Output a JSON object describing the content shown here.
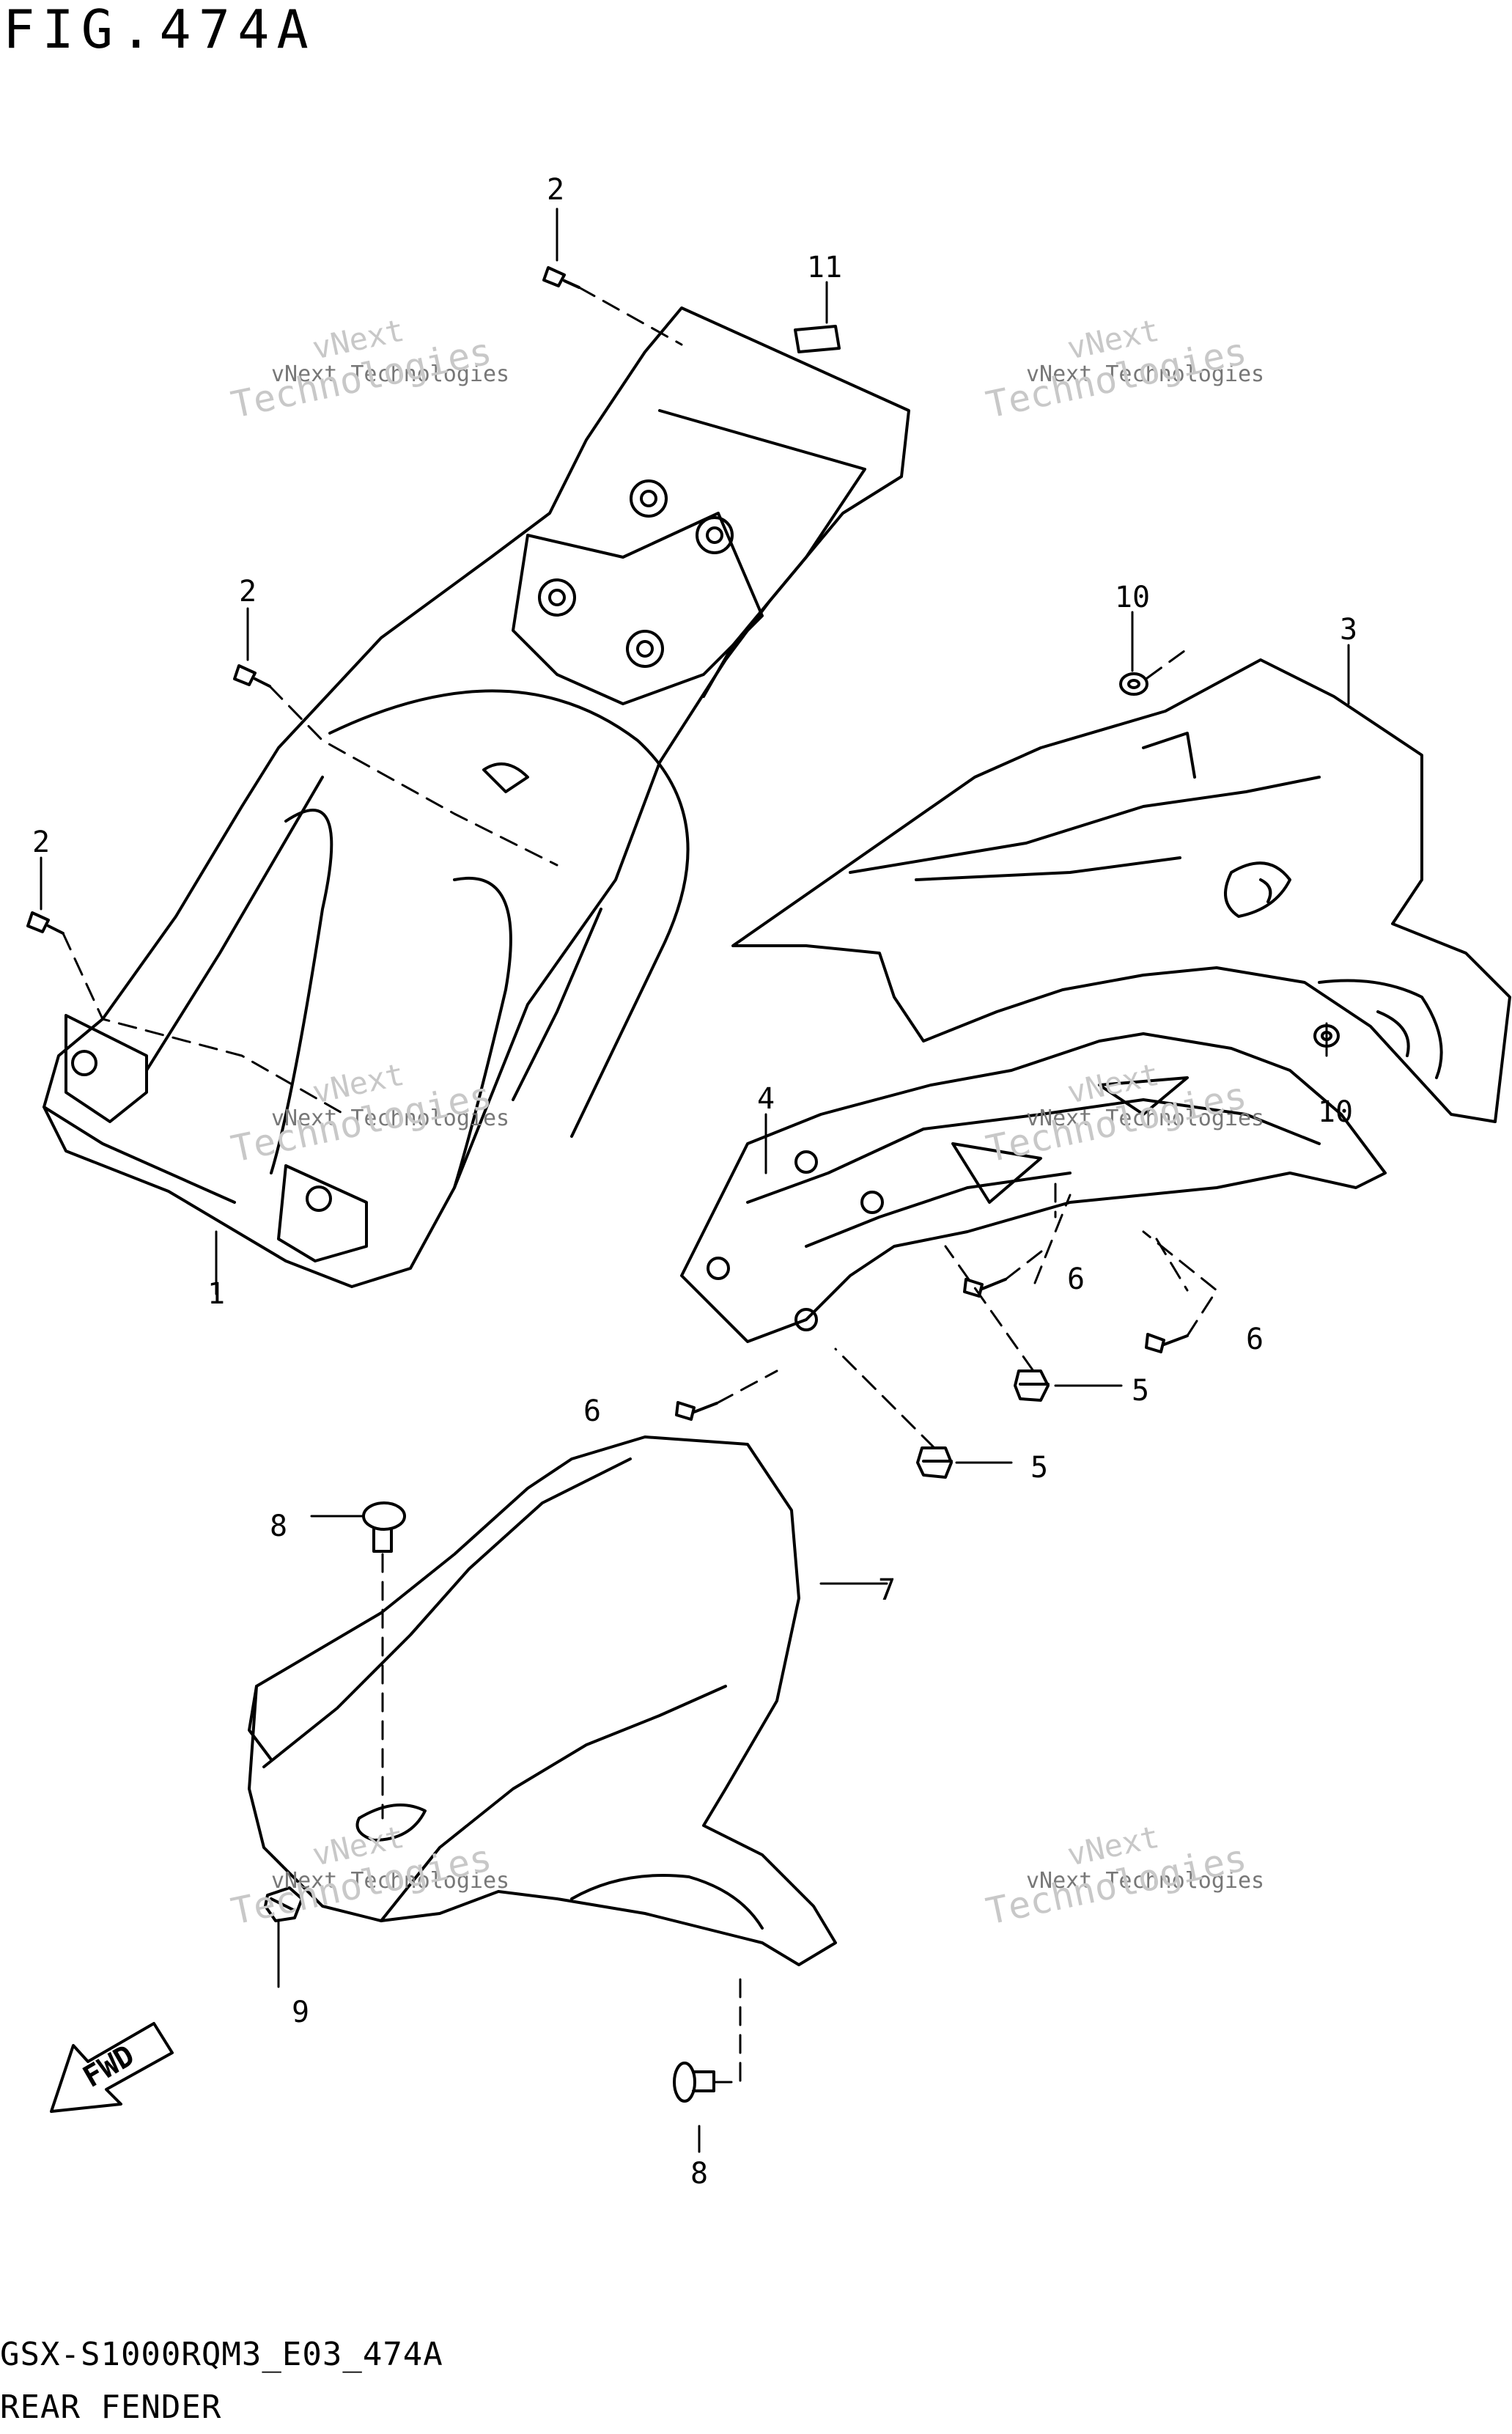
{
  "figure": {
    "title": "FIG.474A",
    "code": "GSX-S1000RQM3_E03_474A",
    "caption": "REAR FENDER",
    "fwd_label": "FWD"
  },
  "watermark": {
    "line1": "vNext Technologies",
    "line2": "vNext",
    "line3": "Technologies"
  },
  "callouts": [
    "1",
    "2",
    "2",
    "2",
    "3",
    "4",
    "5",
    "5",
    "6",
    "6",
    "6",
    "7",
    "8",
    "8",
    "9",
    "10",
    "10",
    "11"
  ]
}
